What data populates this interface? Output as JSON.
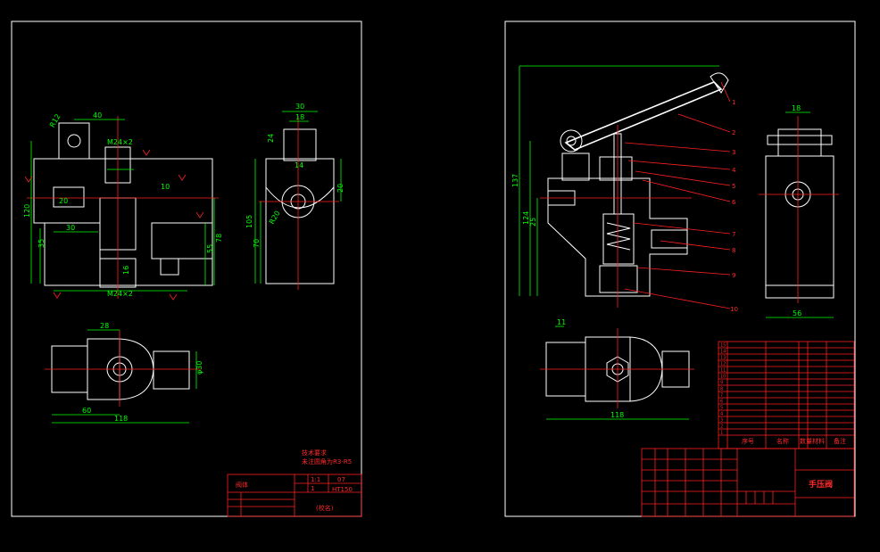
{
  "left_sheet": {
    "dimensions": {
      "top_width": "40",
      "radius": "R12",
      "thread_top": "M24×2",
      "thread_bottom": "M24×2",
      "height_120": "120",
      "dim_35": "35",
      "dim_30": "30",
      "dim_20": "20",
      "dim_78": "78",
      "dim_55": "55",
      "dim_16": "16",
      "dim_10": "10",
      "side_width": "30",
      "side_18": "18",
      "side_24": "24",
      "side_14": "14",
      "side_105": "105",
      "side_70": "70",
      "side_20": "20",
      "side_r20": "R20",
      "plan_28": "28",
      "plan_30": "φ30",
      "plan_60": "60",
      "plan_118": "118"
    },
    "notes": {
      "line1": "技术要求",
      "line2": "未注圆角为R3-R5"
    },
    "title_block": {
      "part_name": "阀体",
      "scale": "1:1",
      "qty": "1",
      "code": "07",
      "material": "HT150",
      "label": "(校名)"
    }
  },
  "right_sheet": {
    "dimensions": {
      "height_137": "137",
      "height_124": "124",
      "dim_25": "25",
      "width_118": "118",
      "side_18": "18",
      "side_56": "56",
      "plan_11": "11"
    },
    "balloons": [
      "1",
      "2",
      "3",
      "4",
      "5",
      "6",
      "7",
      "8",
      "9",
      "10"
    ],
    "parts_list_rows": [
      "15",
      "14",
      "13",
      "12",
      "11",
      "10",
      "9",
      "8",
      "7",
      "6",
      "5",
      "4",
      "3",
      "2",
      "1"
    ],
    "parts_header": [
      "序号",
      "名称",
      "数量",
      "材料",
      "备注"
    ],
    "title": "手压阀"
  }
}
